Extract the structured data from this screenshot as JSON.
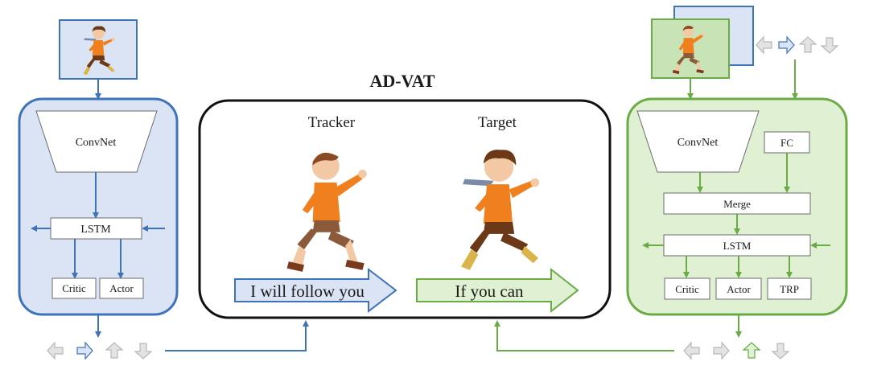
{
  "title": "AD-VAT",
  "center": {
    "tracker_label": "Tracker",
    "target_label": "Target",
    "tracker_speech": "I will follow you",
    "target_speech": "If you can"
  },
  "tracker_module": {
    "convnet_label": "ConvNet",
    "lstm_label": "LSTM",
    "critic_label": "Critic",
    "actor_label": "Actor"
  },
  "target_module": {
    "convnet_label": "ConvNet",
    "fc_label": "FC",
    "merge_label": "Merge",
    "lstm_label": "LSTM",
    "critic_label": "Critic",
    "actor_label": "Actor",
    "trp_label": "TRP"
  },
  "colors": {
    "tracker_fill": "#dbe4f4",
    "tracker_stroke": "#3f73b8",
    "target_fill": "#dff0d3",
    "target_stroke": "#6aab45",
    "arrow_gray": "#cfcfcf",
    "shirt_orange": "#f07f1e"
  },
  "action_arrows": {
    "tracker_active": "right",
    "target_observation_active": "right",
    "target_active": "up"
  }
}
